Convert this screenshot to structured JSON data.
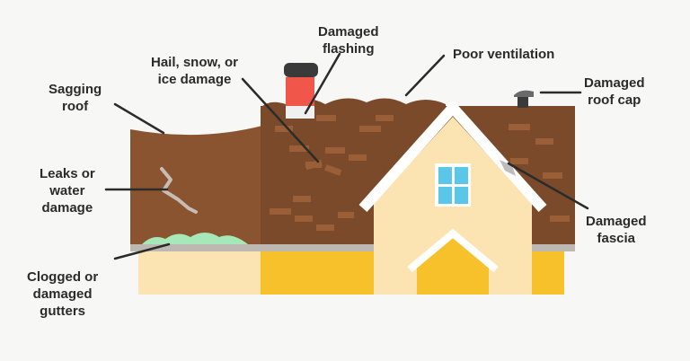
{
  "labels": {
    "sagging": [
      "Sagging",
      "roof"
    ],
    "leaks": [
      "Leaks or",
      "water",
      "damage"
    ],
    "gutters": [
      "Clogged or",
      "damaged",
      "gutters"
    ],
    "hail": [
      "Hail, snow, or",
      "ice damage"
    ],
    "flashing": [
      "Damaged",
      "flashing"
    ],
    "ventilation": [
      "Poor ventilation"
    ],
    "roof_cap": [
      "Damaged",
      "roof cap"
    ],
    "fascia": [
      "Damaged",
      "fascia"
    ]
  },
  "colors": {
    "background": "#f7f7f5",
    "roof_left": "#8b5431",
    "roof_right": "#7a4a2a",
    "shingle": "#9a5f37",
    "wall_cream": "#fbe4b2",
    "wall_yellow": "#f6c12b",
    "gable_trim": "#ffffff",
    "window": "#5bc7e8",
    "chimney": "#f0574a",
    "chimney_cap": "#3a3a3a",
    "gutter": "#bdb8b2",
    "moss": "#a6e8b8",
    "leader_line": "#2b2b2b"
  }
}
